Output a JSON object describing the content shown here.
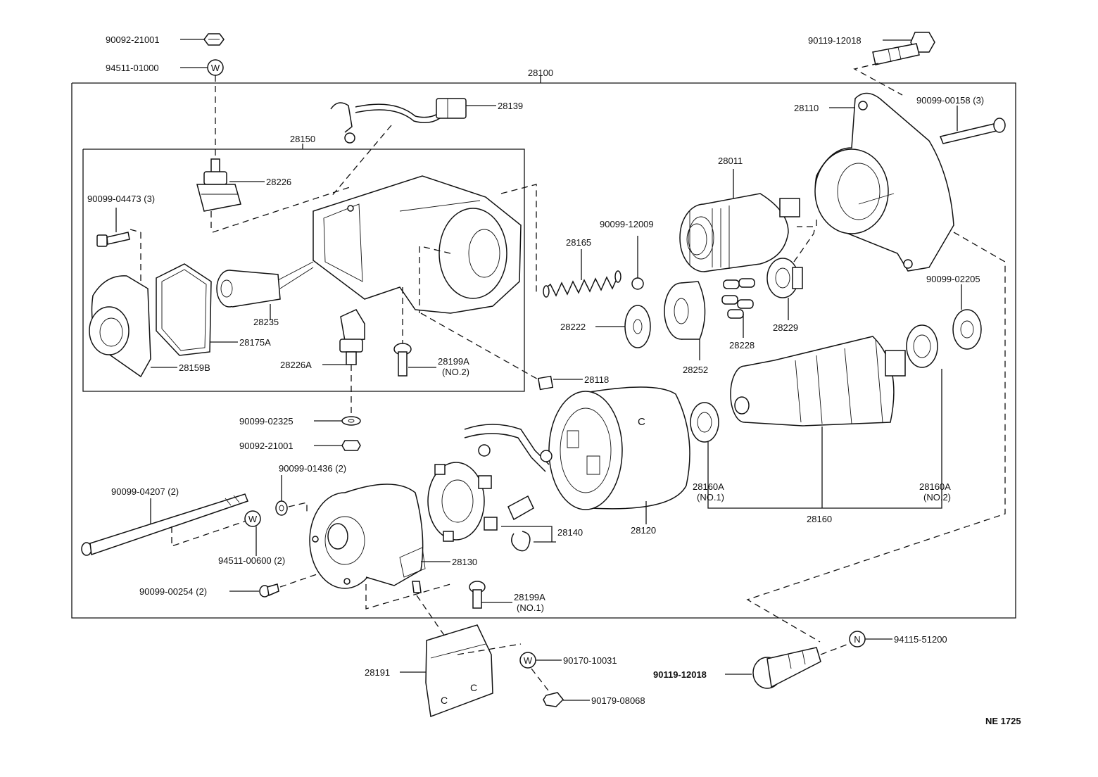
{
  "diagram": {
    "assembly_label": "28100",
    "subassembly_label": "28150",
    "figure_code": "NE 1725",
    "callouts": {
      "c90092_21001_top": "90092-21001",
      "c94511_01000": "94511-01000",
      "c28139": "28139",
      "c28226": "28226",
      "c90099_04473": "90099-04473 (3)",
      "c28235": "28235",
      "c28175A": "28175A",
      "c28159B": "28159B",
      "c28226A": "28226A",
      "c28199A_no2": "28199A",
      "c28199A_no2_sub": "(NO.2)",
      "c28118": "28118",
      "c90099_02325": "90099-02325",
      "c90092_21001_mid": "90092-21001",
      "c90099_01436": "90099-01436 (2)",
      "c90099_04207": "90099-04207 (2)",
      "c94511_00600": "94511-00600 (2)",
      "c90099_00254": "90099-00254 (2)",
      "c28130": "28130",
      "c28140": "28140",
      "c28199A_no1": "28199A",
      "c28199A_no1_sub": "(NO.1)",
      "c28191": "28191",
      "c90170_10031": "90170-10031",
      "c90179_08068": "90179-08068",
      "c28120": "28120",
      "c90119_12018_top": "90119-12018",
      "c28110": "28110",
      "c90099_00158": "90099-00158 (3)",
      "c28011": "28011",
      "c90099_12009": "90099-12009",
      "c28165": "28165",
      "c28222": "28222",
      "c28252": "28252",
      "c28228": "28228",
      "c28229": "28229",
      "c90099_02205": "90099-02205",
      "c28160A_no1": "28160A",
      "c28160A_no1_sub": "(NO.1)",
      "c28160A_no2": "28160A",
      "c28160A_no2_sub": "(NO.2)",
      "c28160": "28160",
      "c94115_51200": "94115-51200",
      "c90119_12018_bottom": "90119-12018"
    },
    "washer_markers": {
      "w_top": "W",
      "w_mid": "W",
      "w_bottom": "W",
      "n_bottom": "N"
    }
  }
}
